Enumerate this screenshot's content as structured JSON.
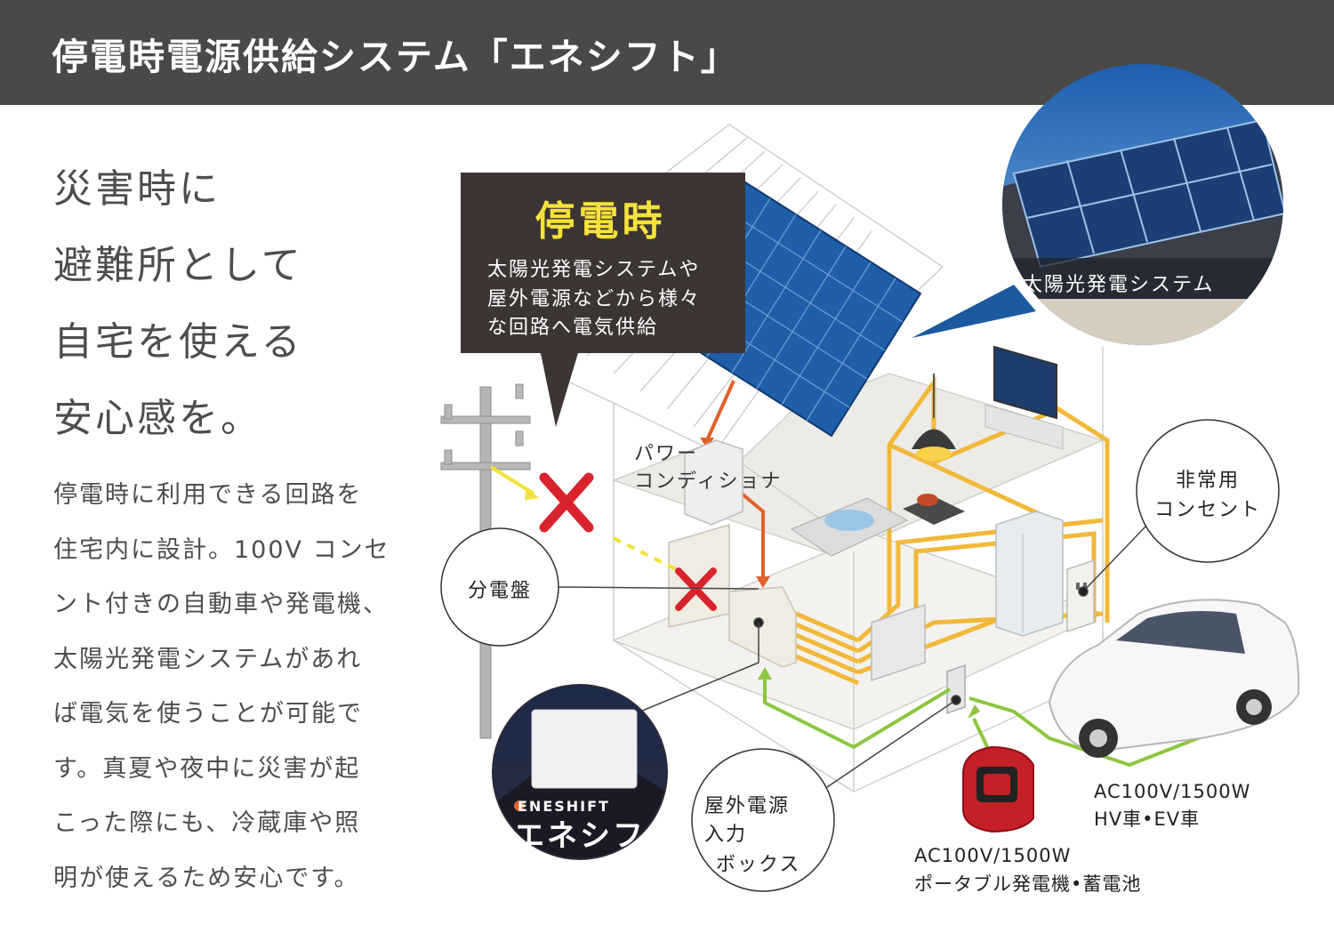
{
  "header": {
    "title": "停電時電源供給システム「エネシフト」"
  },
  "headline": {
    "lines": [
      "災害時に",
      "避難所として",
      "自宅を使える",
      "安心感を。"
    ]
  },
  "body": {
    "lines": [
      "停電時に利用できる回路を",
      "住宅内に設計。100V コンセ",
      "ント付きの自動車や発電機、",
      "太陽光発電システムがあれ",
      "ば電気を使うことが可能で",
      "す。真夏や夜中に災害が起",
      "こった際にも、冷蔵庫や照",
      "明が使えるため安心です。"
    ]
  },
  "callout": {
    "title": "停電時",
    "lines": [
      "太陽光発電システムや",
      "屋外電源などから様々",
      "な回路へ電気供給"
    ]
  },
  "labels": {
    "power_conditioner": [
      "パワー",
      "コンディショナ"
    ],
    "distribution_board": "分電盤",
    "emergency_outlet": [
      "非常用",
      "コンセント"
    ],
    "solar_photo": "太陽光発電システム",
    "outdoor_box": [
      "屋外電源",
      "入力",
      "ボックス"
    ],
    "vehicle_source": [
      "AC100V/1500W",
      "HV車•EV車"
    ],
    "portable_source": [
      "AC100V/1500W",
      "ポータブル発電機•蓄電池"
    ]
  },
  "logo": {
    "brand_en": "ENESHIFT",
    "brand_jp": "エネシフト"
  },
  "colors": {
    "header_bg": "#4a4948",
    "callout_bg": "#3c3533",
    "callout_title": "#f6e23b",
    "circuit": "#f2b83a",
    "green_line": "#8dc63f",
    "orange_line": "#e0622a",
    "cross": "#d9232d"
  },
  "icons": [
    "solar-panel-icon",
    "utility-pole-icon",
    "cross-mark-icon",
    "tv-icon",
    "lamp-icon",
    "refrigerator-icon",
    "outlet-icon",
    "car-icon",
    "generator-icon",
    "sink-icon",
    "stove-icon"
  ]
}
